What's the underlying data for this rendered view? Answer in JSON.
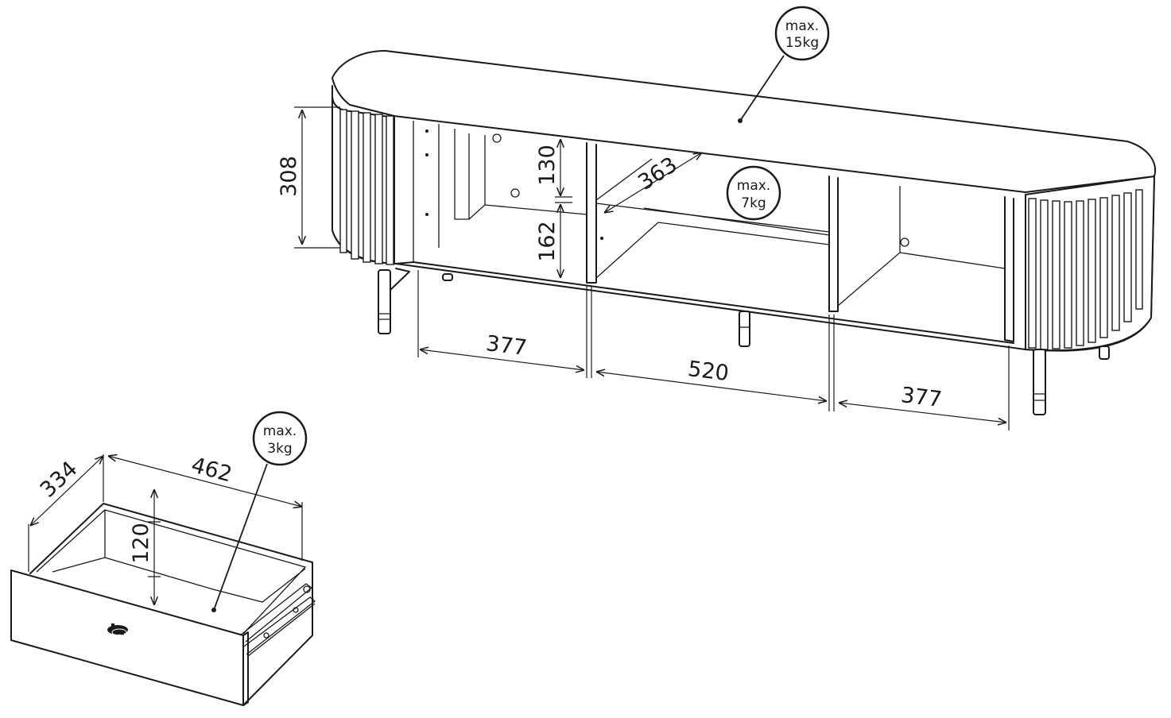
{
  "dimensions": {
    "cabinet_height": "308",
    "upper_shelf_gap": "130",
    "lower_shelf_gap": "162",
    "shelf_depth": "363",
    "left_compartment_width": "377",
    "middle_compartment_width": "520",
    "right_compartment_width": "377",
    "drawer_depth": "334",
    "drawer_width": "462",
    "drawer_height": "120"
  },
  "load_badges": {
    "top": {
      "line1": "max.",
      "line2": "15kg"
    },
    "shelf": {
      "line1": "max.",
      "line2": "7kg"
    },
    "drawer": {
      "line1": "max.",
      "line2": "3kg"
    }
  },
  "colors": {
    "line": "#1a1a1a",
    "background": "#ffffff"
  }
}
